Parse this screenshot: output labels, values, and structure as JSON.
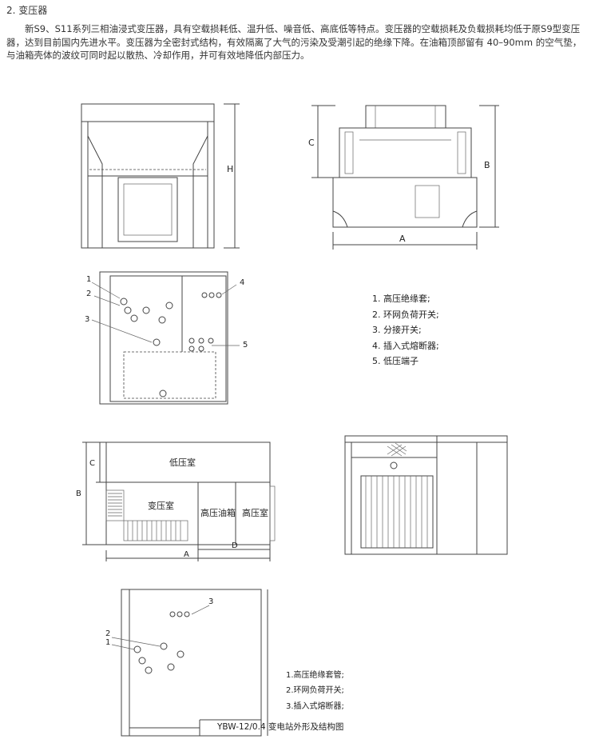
{
  "section_title": "2. 变压器",
  "paragraph": "新S9、S11系列三相油浸式变压器，具有空载损耗低、温升低、噪音低、高底低等特点。变压器的空载损耗及负载损耗均低于原S9型变压器，达到目前国内先进水平。变压器为全密封式结构，有效隔离了大气的污染及受潮引起的绝缘下降。在油箱顶部留有 40–90mm 的空气垫，与油箱壳体的波纹可同时起以散热、冷却作用，并可有效地降低内部压力。",
  "fig1": {
    "dim_h": "H"
  },
  "fig2": {
    "dim_c": "C",
    "dim_b": "B",
    "dim_a": "A"
  },
  "fig3": {
    "callouts": [
      "1",
      "2",
      "3",
      "4",
      "5"
    ],
    "legend": [
      "1. 高压绝缘套;",
      "2. 环网负荷开关;",
      "3. 分接开关;",
      "4. 插入式熔断器;",
      "5. 低压端子"
    ]
  },
  "fig4": {
    "rooms": {
      "low_voltage": "低压室",
      "transformer": "变压室",
      "hv_oil_tank": "高压油箱",
      "high_voltage": "高压室"
    },
    "dims": {
      "c": "C",
      "b": "B",
      "a": "A",
      "d": "D"
    }
  },
  "fig6": {
    "callouts": [
      "3",
      "2",
      "1"
    ],
    "legend": [
      "1.高压绝缘套管;",
      "2.环网负荷开关;",
      "3.插入式熔断器;"
    ]
  },
  "caption": "YBW-12/0.4 变电站外形及结构图"
}
